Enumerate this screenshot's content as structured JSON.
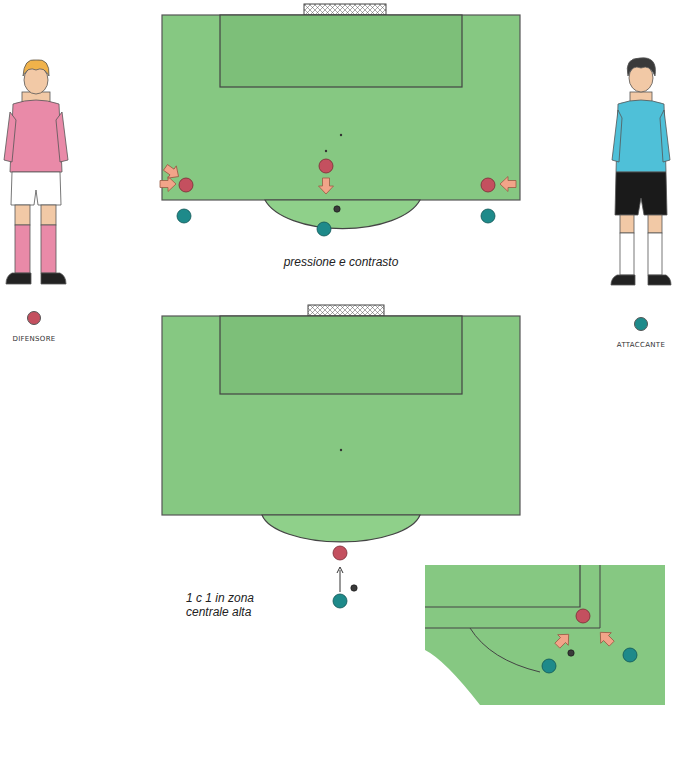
{
  "diagram": {
    "labels": [
      "pressione e contrasto",
      "1 c 1 in zona centrale alta"
    ],
    "legend": [
      {
        "text": "DIFENSORE",
        "color": "#c4505f"
      },
      {
        "text": "ATTACCANTE",
        "color": "#1e8a8a"
      }
    ]
  }
}
